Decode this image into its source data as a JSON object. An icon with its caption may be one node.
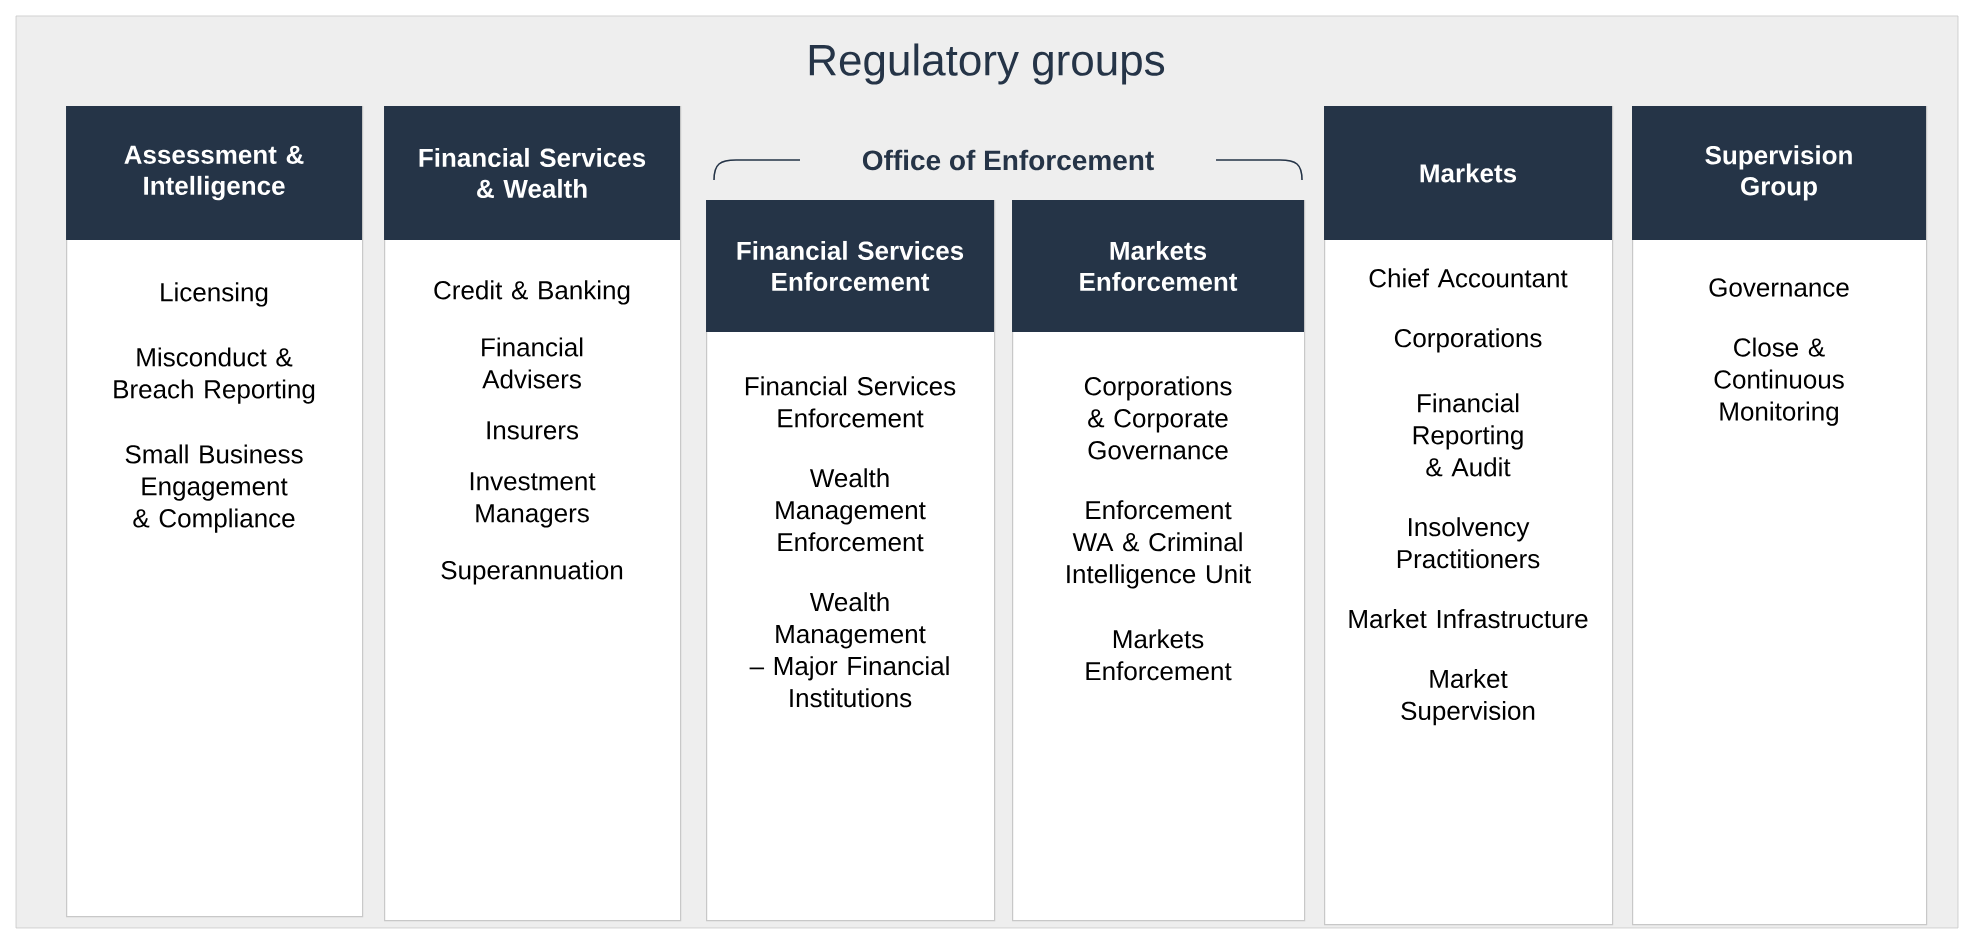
{
  "diagram": {
    "title": "Regulatory groups",
    "nodes": [
      {
        "text": [
          "Assessment & Intelligence",
          "Licensing",
          "Misconduct & Breach Reporting",
          "Small Business Engagement & Compliance"
        ]
      },
      {
        "text": [
          "Financial Services & Wealth",
          "Credit & Banking",
          "Financial Advisers",
          "Insurers",
          "Investment Managers",
          "Superannuation"
        ]
      },
      {
        "text": [
          "Financial Services Enforcement",
          "Financial Services Enforcement",
          "Wealth Management Enforcement",
          "Wealth Management – Major Financial Institutions"
        ]
      },
      {
        "text": [
          "Markets Enforcement",
          "Corporations & Corporate Governance",
          "Enforcement WA & Criminal Intelligence Unit",
          "Markets Enforcement"
        ]
      },
      {
        "text": [
          "Markets",
          "Chief Accountant",
          "Corporations",
          "Financial Reporting & Audit",
          "Insolvency Practitioners",
          "Market Infrastructure",
          "Market Supervision"
        ]
      },
      {
        "text": [
          "Supervision Group",
          "Governance",
          "Close & Continuous Monitoring"
        ]
      }
    ],
    "labels": [
      "Office of Enforcement"
    ]
  }
}
